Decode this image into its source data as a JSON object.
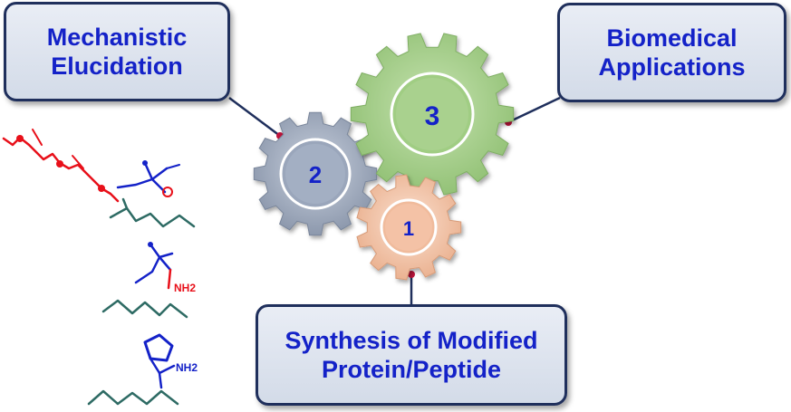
{
  "labels": {
    "mechanistic": {
      "line1": "Mechanistic",
      "line2": "Elucidation"
    },
    "biomedical": {
      "line1": "Biomedical",
      "line2": "Applications"
    },
    "synthesis": {
      "line1": "Synthesis of Modified",
      "line2": "Protein/Peptide"
    }
  },
  "gears": [
    {
      "number": "1",
      "color": "#f4c2a6"
    },
    {
      "number": "2",
      "color": "#a3afc3"
    },
    {
      "number": "3",
      "color": "#a9d18e"
    }
  ],
  "molecules": {
    "nh2_label_1": "NH2",
    "nh2_label_2": "NH2"
  },
  "colors": {
    "box_text": "#1422c8",
    "box_border": "#1f2f5c",
    "connector": "#1f2f5c",
    "connector_dot": "#c0143c",
    "lipid": "#e8101a",
    "phosphate": "#1422c8",
    "backbone": "#2e6b64"
  }
}
